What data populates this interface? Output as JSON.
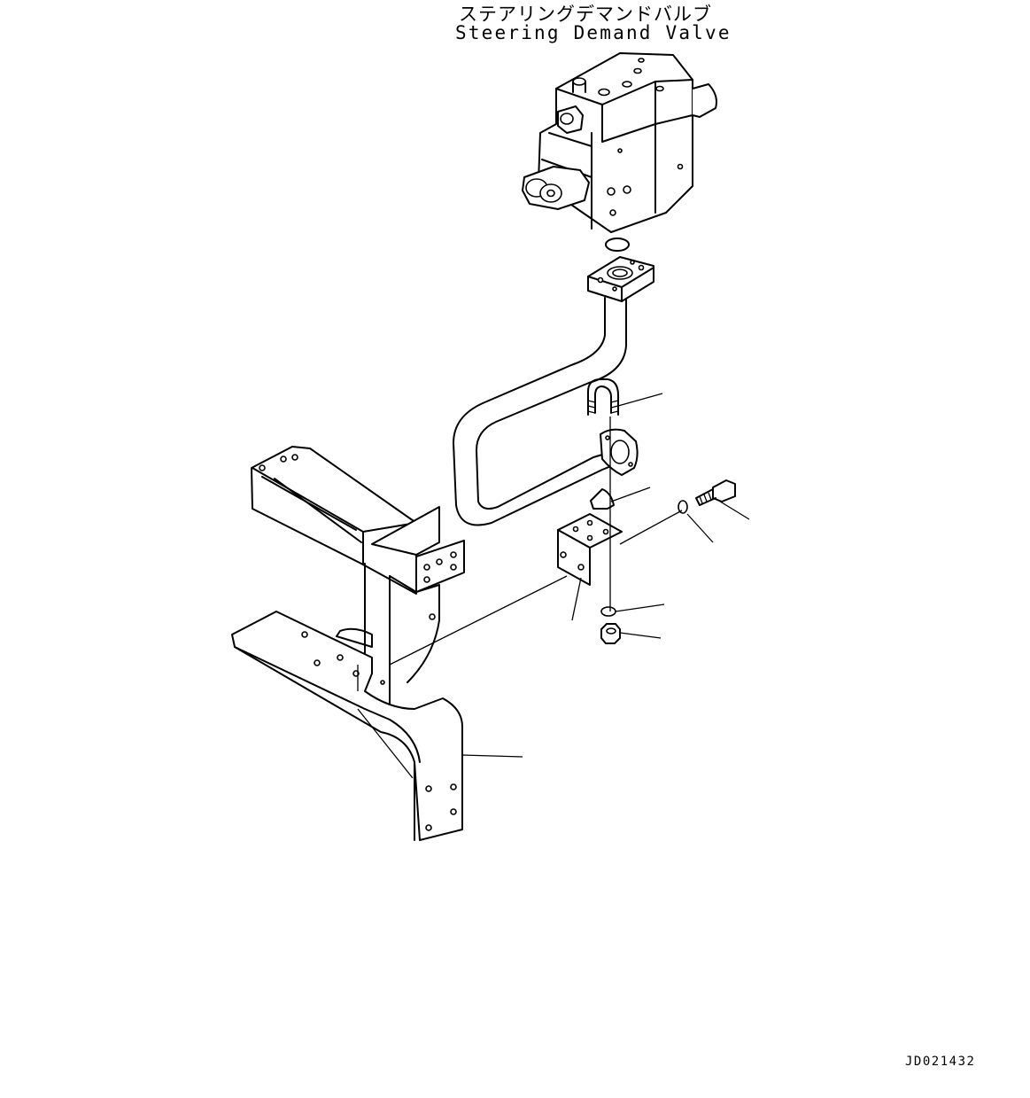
{
  "labels": {
    "title_japanese": "ステアリングデマンドバルブ",
    "title_english": "Steering Demand Valve",
    "drawing_code": "JD021432"
  },
  "parts": [
    {
      "name": "steering-demand-valve"
    },
    {
      "name": "o-ring"
    },
    {
      "name": "hydraulic-tube"
    },
    {
      "name": "u-bolt"
    },
    {
      "name": "tube-clamp-pad"
    },
    {
      "name": "mounting-bracket"
    },
    {
      "name": "bolt"
    },
    {
      "name": "washer"
    },
    {
      "name": "lock-washer"
    },
    {
      "name": "nut"
    },
    {
      "name": "frame-support"
    }
  ]
}
